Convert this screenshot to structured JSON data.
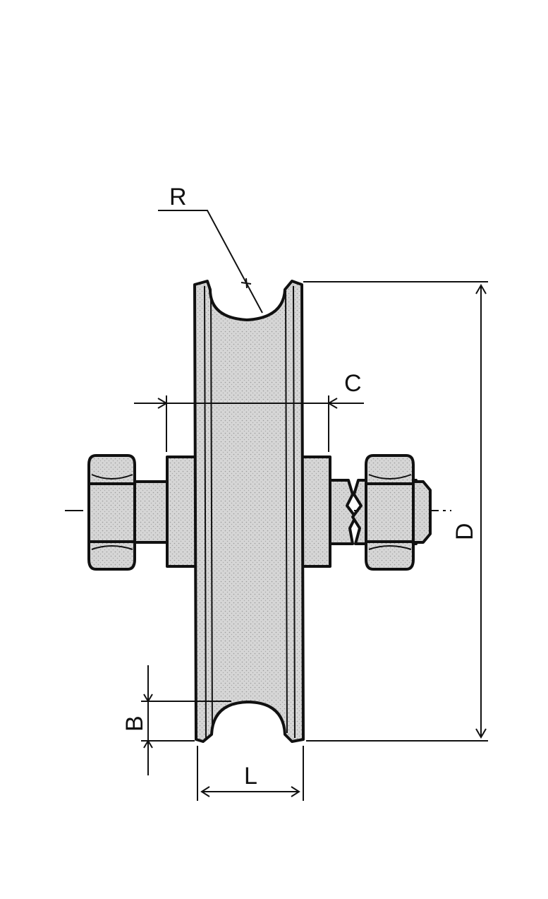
{
  "diagram": {
    "labels": {
      "radius": "R",
      "hub_clearance": "C",
      "diameter": "D",
      "flange": "B",
      "width": "L"
    },
    "colors": {
      "fill": "#d2d2d2",
      "stroke": "#111111",
      "background": "#ffffff"
    }
  }
}
